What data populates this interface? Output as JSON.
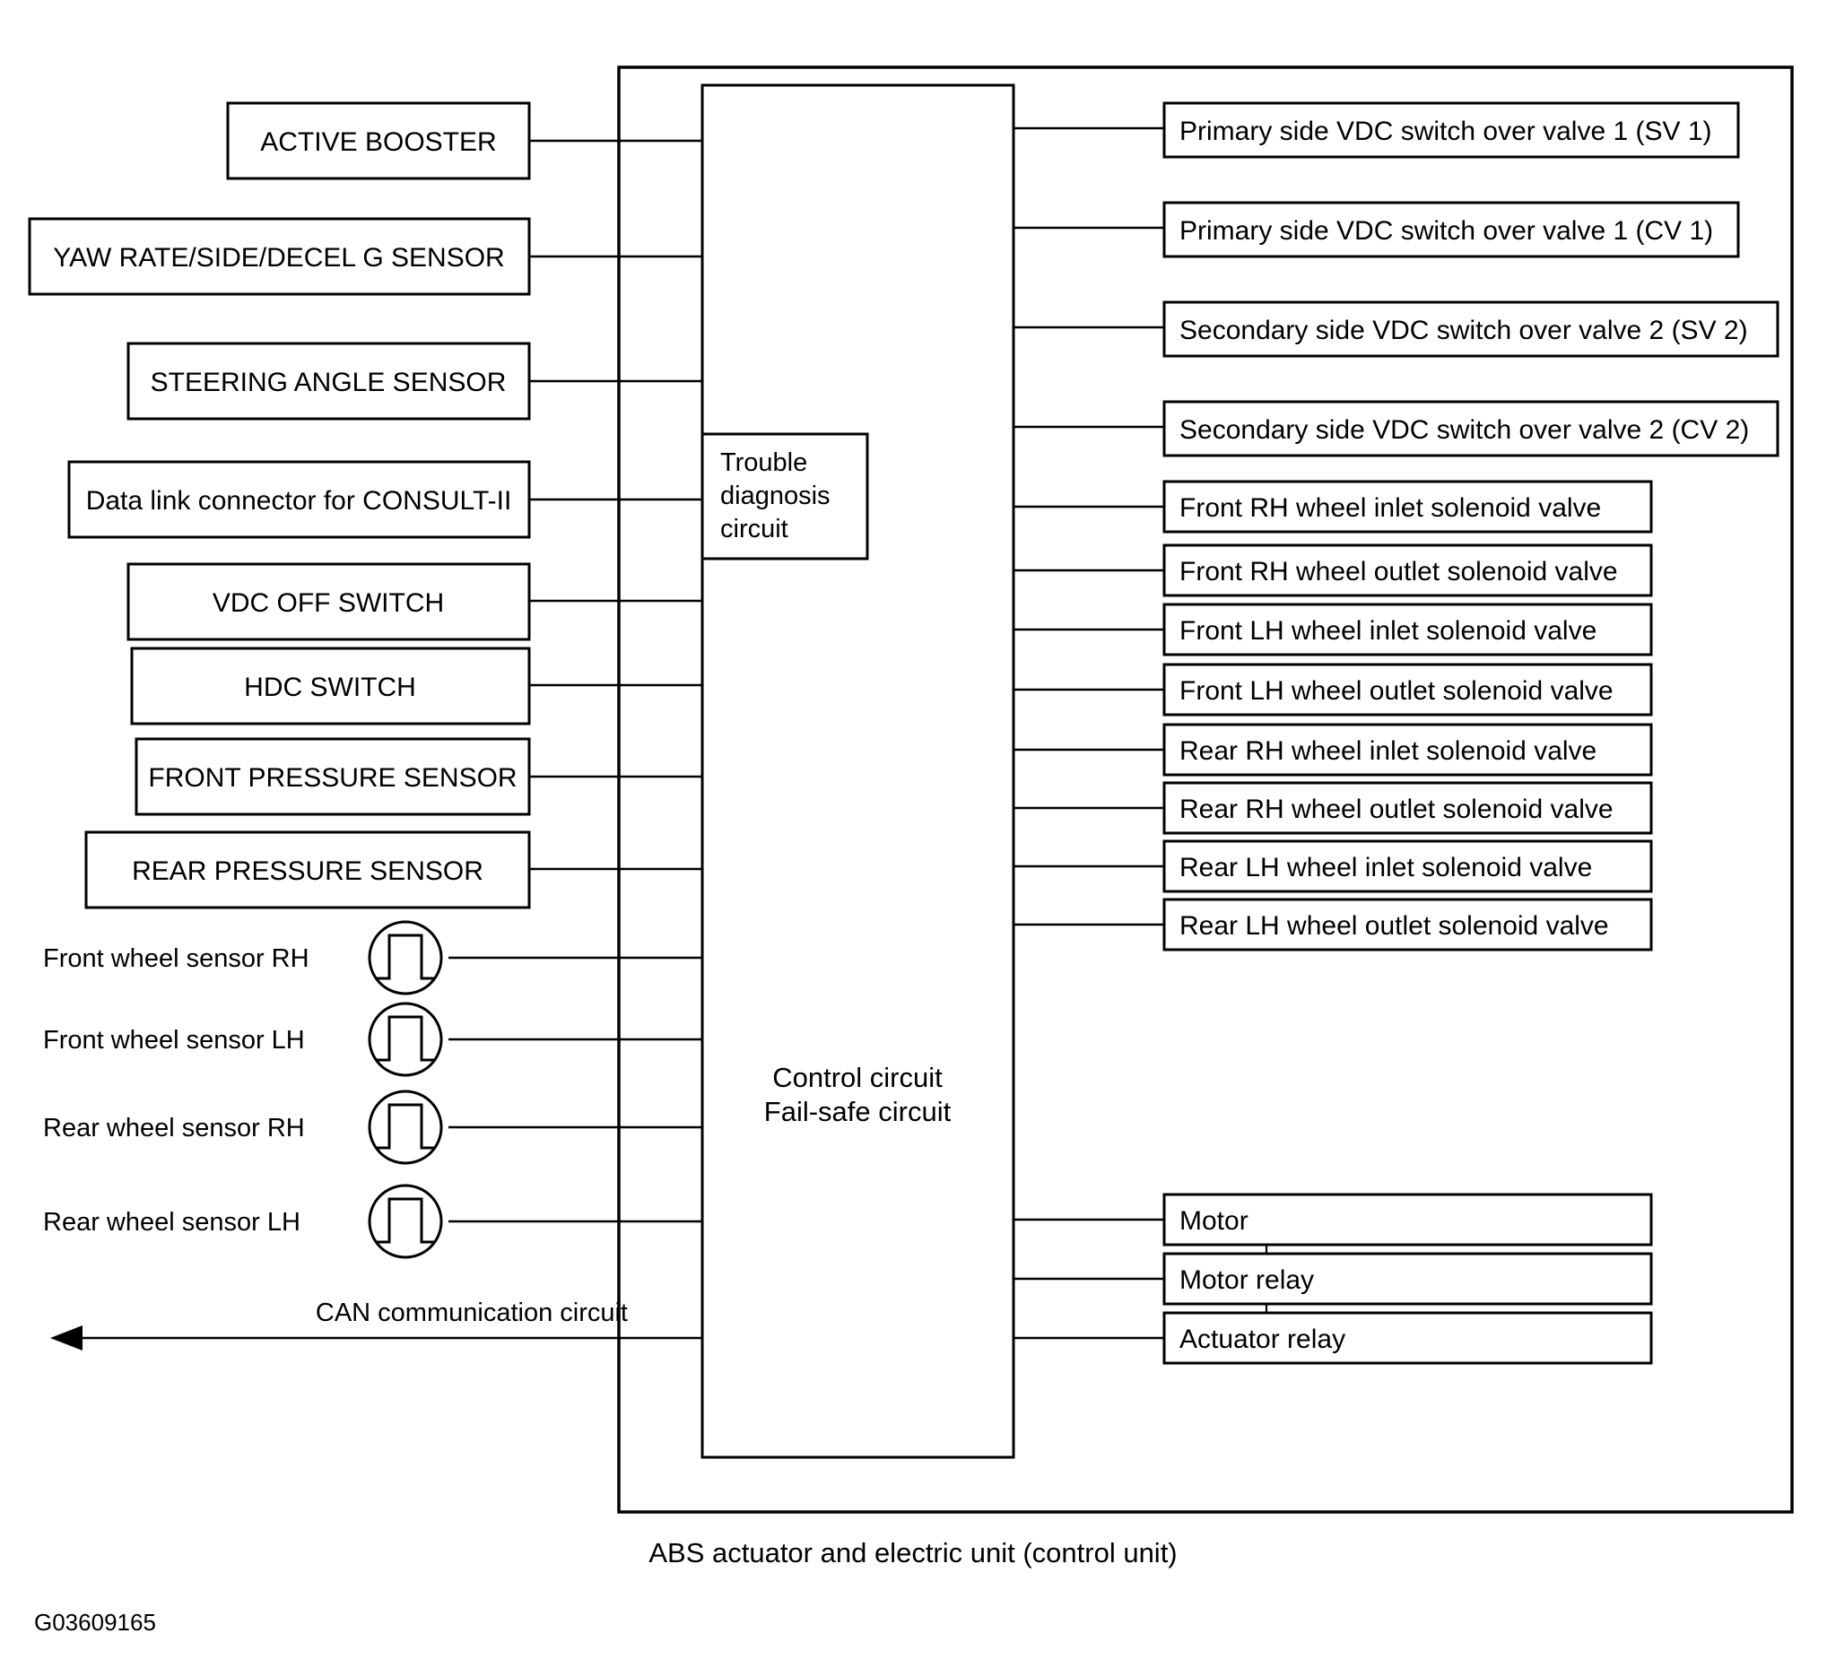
{
  "diagram": {
    "title_caption": "ABS actuator and electric unit (control unit)",
    "figure_id": "G03609165",
    "control_unit": {
      "trouble_box_line1": "Trouble",
      "trouble_box_line2": "diagnosis",
      "trouble_box_line3": "circuit",
      "control_line1": "Control circuit",
      "control_line2": "Fail-safe circuit"
    },
    "inputs_boxed": [
      {
        "label": "ACTIVE BOOSTER"
      },
      {
        "label": "YAW RATE/SIDE/DECEL G SENSOR"
      },
      {
        "label": "STEERING ANGLE SENSOR"
      },
      {
        "label": "Data link connector for CONSULT-II"
      },
      {
        "label": "VDC OFF SWITCH"
      },
      {
        "label": "HDC SWITCH"
      },
      {
        "label": "FRONT PRESSURE SENSOR"
      },
      {
        "label": "REAR PRESSURE SENSOR"
      }
    ],
    "wheel_sensors": [
      {
        "label": "Front  wheel sensor RH",
        "icon": "pulse-waveform-icon"
      },
      {
        "label": "Front wheel sensor  LH",
        "icon": "pulse-waveform-icon"
      },
      {
        "label": "Rear  wheel sensor RH",
        "icon": "pulse-waveform-icon"
      },
      {
        "label": "Rear wheel sensor LH",
        "icon": "pulse-waveform-icon"
      }
    ],
    "can_bus": {
      "label": "CAN communication circuit"
    },
    "outputs_valves": [
      {
        "label": "Primary side VDC switch over valve 1 (SV 1)"
      },
      {
        "label": "Primary side VDC switch over valve 1 (CV 1)"
      },
      {
        "label": "Secondary side VDC switch over valve 2 (SV 2)"
      },
      {
        "label": "Secondary side VDC switch over valve 2 (CV 2)"
      }
    ],
    "outputs_solenoids": [
      {
        "label": "Front RH wheel inlet solenoid valve"
      },
      {
        "label": "Front RH wheel outlet solenoid valve"
      },
      {
        "label": "Front LH wheel inlet solenoid valve"
      },
      {
        "label": "Front LH wheel outlet solenoid valve"
      },
      {
        "label": "Rear RH wheel inlet solenoid valve"
      },
      {
        "label": "Rear RH wheel outlet solenoid valve"
      },
      {
        "label": "Rear LH wheel inlet solenoid valve"
      },
      {
        "label": "Rear LH wheel outlet solenoid valve"
      }
    ],
    "outputs_motor": [
      {
        "label": "Motor"
      },
      {
        "label": "Motor relay"
      },
      {
        "label": "Actuator relay"
      }
    ],
    "colors": {
      "line": "#000000",
      "fill": "#ffffff",
      "text": "#000000"
    }
  }
}
